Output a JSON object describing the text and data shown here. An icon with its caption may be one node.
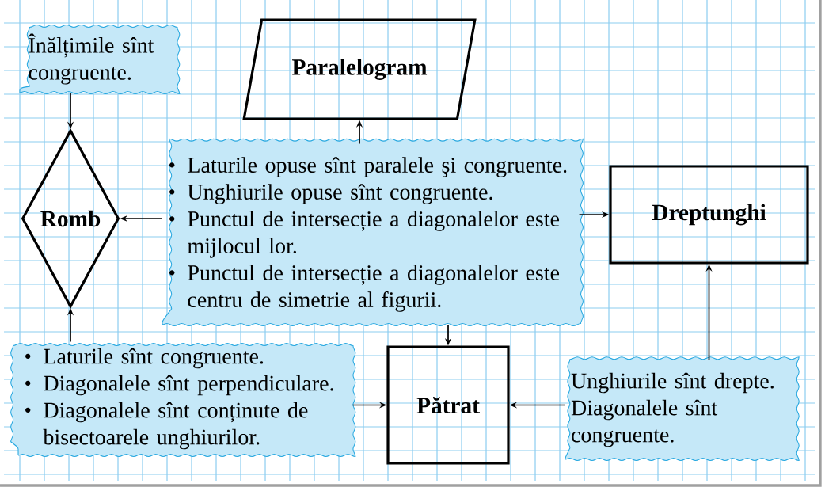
{
  "diagram": {
    "nodes": [
      {
        "text": [
          "Înălțimile sînt congruente."
        ]
      },
      {
        "text": [
          "Paralelogram"
        ]
      },
      {
        "text": [
          "Romb"
        ]
      },
      {
        "text": [
          "Laturile opuse sînt paralele şi congruente.",
          "Unghiurile opuse sînt congruente.",
          "Punctul de intersecție a diagonalelor este mijlocul lor.",
          "Punctul de intersecție a diagonalelor este centru de simetrie al figurii."
        ]
      },
      {
        "text": [
          "Dreptunghi"
        ]
      },
      {
        "text": [
          "Laturile sînt congruente.",
          "Diagonalele sînt perpendiculare.",
          "Diagonalele sînt conținute de bisectoarele unghiurilor."
        ]
      },
      {
        "text": [
          "Pătrat"
        ]
      },
      {
        "text": [
          "Unghiurile sînt drepte.",
          "Diagonalele sînt congruente."
        ]
      }
    ],
    "edges": [
      {
        "from": 0,
        "to": 2,
        "arrow": "to"
      },
      {
        "from": 3,
        "to": 1,
        "arrow": "to"
      },
      {
        "from": 3,
        "to": 2,
        "arrow": "to"
      },
      {
        "from": 3,
        "to": 4,
        "arrow": "to"
      },
      {
        "from": 3,
        "to": 6,
        "arrow": "to"
      },
      {
        "from": 5,
        "to": 2,
        "arrow": "to"
      },
      {
        "from": 5,
        "to": 6,
        "arrow": "to"
      },
      {
        "from": 7,
        "to": 6,
        "arrow": "to"
      },
      {
        "from": 7,
        "to": 4,
        "arrow": "to"
      }
    ]
  }
}
